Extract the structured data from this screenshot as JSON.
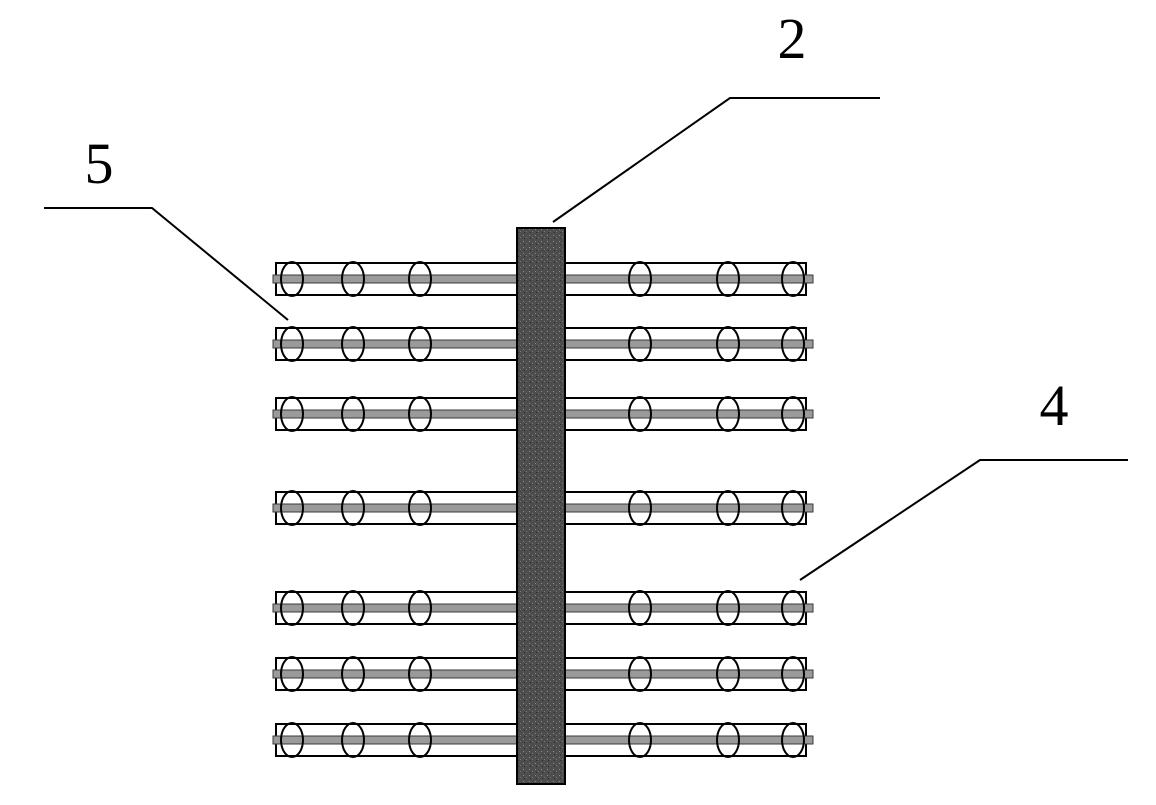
{
  "labels": {
    "part_2": "2",
    "part_4": "4",
    "part_5": "5"
  },
  "colors": {
    "line": "#000000",
    "column_fill": "#555555",
    "rod": "#9a9a9a",
    "tube_fill": "#ffffff",
    "background": "#ffffff"
  },
  "diagram": {
    "tube_row_count": 7,
    "rings_per_side": 3
  }
}
